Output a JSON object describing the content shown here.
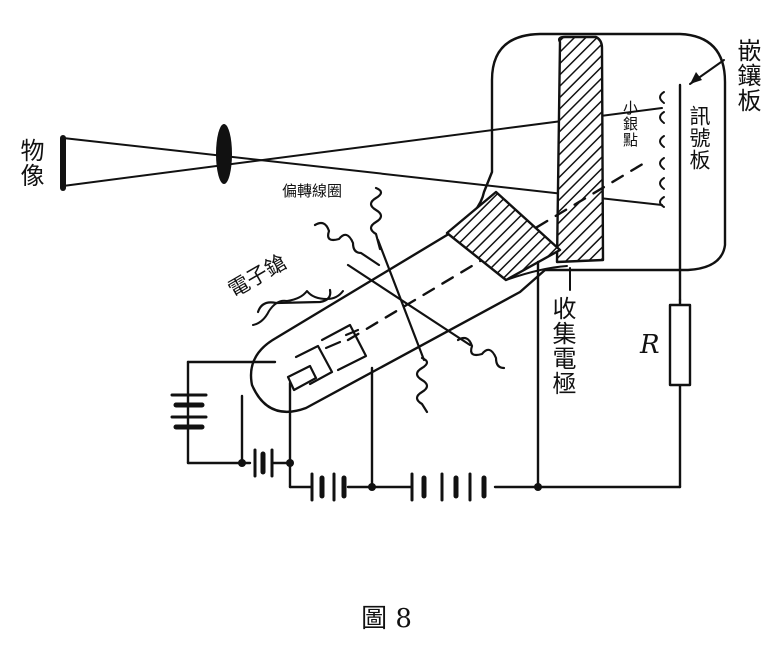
{
  "figure": {
    "caption": "圖 8",
    "labels": {
      "object": "物像",
      "mosaic_plate": "嵌鑲板",
      "signal_plate": "訊號板",
      "small_beads": "小銀點",
      "deflection_coils": "偏轉線圈",
      "electron_gun": "電子鎗",
      "collector_electrode": "收集電極",
      "resistor": "R"
    }
  }
}
